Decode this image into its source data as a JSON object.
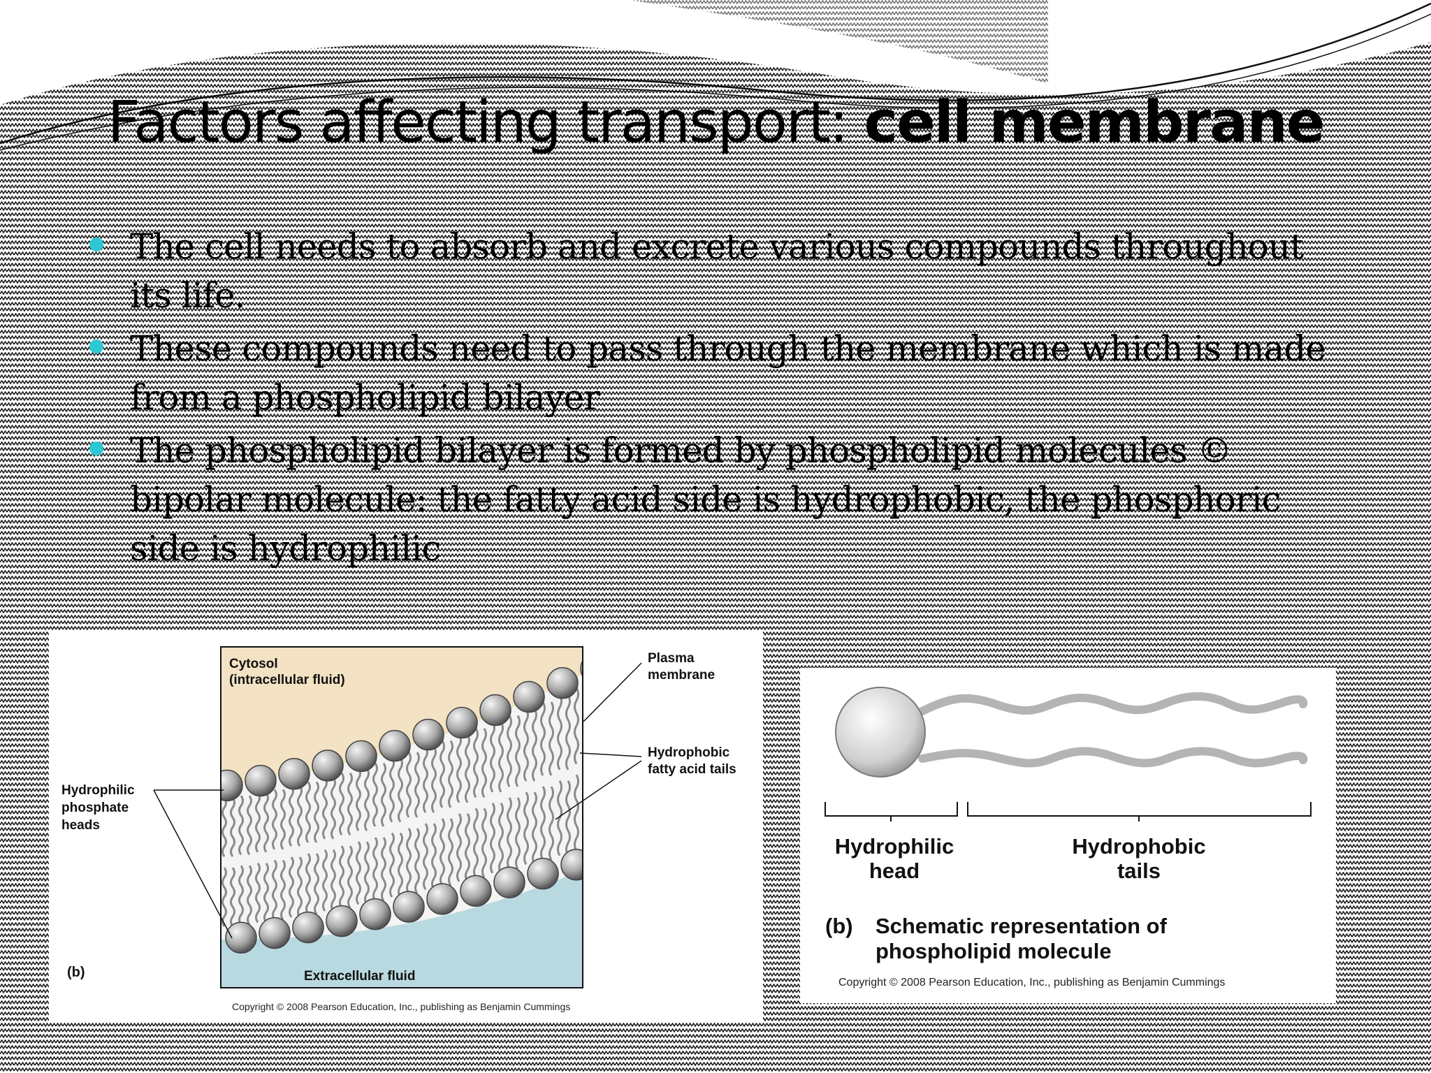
{
  "slide": {
    "title_regular": "Factors affecting transport: ",
    "title_bold": "cell membrane",
    "bullets": [
      {
        "text": "The cell needs to absorb and excrete various compounds throughout its life."
      },
      {
        "text": "These compounds need to pass through the membrane which is made from a phospholipid bilayer"
      },
      {
        "text": "The phospholipid bilayer is formed by phospholipid molecules  © bipolar molecule: the fatty acid side is hydrophobic, the phosphoric side is hydrophilic"
      }
    ]
  },
  "figure_membrane": {
    "cytosol": "Cytosol\n(intracellular fluid)",
    "plasma_membrane": "Plasma\nmembrane",
    "hydrophobic_tails": "Hydrophobic\nfatty acid tails",
    "hydrophilic_heads": "Hydrophilic\nphosphate\nheads",
    "extracellular": "Extracellular fluid",
    "panel": "(b)",
    "copyright": "Copyright © 2008 Pearson Education, Inc., publishing as Benjamin Cummings"
  },
  "figure_molecule": {
    "head_label": "Hydrophilic\nhead",
    "tails_label": "Hydrophobic\ntails",
    "panel": "(b)",
    "caption": "Schematic representation of\nphospholipid molecule",
    "copyright": "Copyright © 2008 Pearson Education, Inc., publishing as Benjamin Cummings"
  },
  "colors": {
    "bullet": "#2ec8d4",
    "cytosol": "#f3e2c3",
    "extracellular": "#b8d9e0",
    "heads": "#a9a9a9"
  }
}
